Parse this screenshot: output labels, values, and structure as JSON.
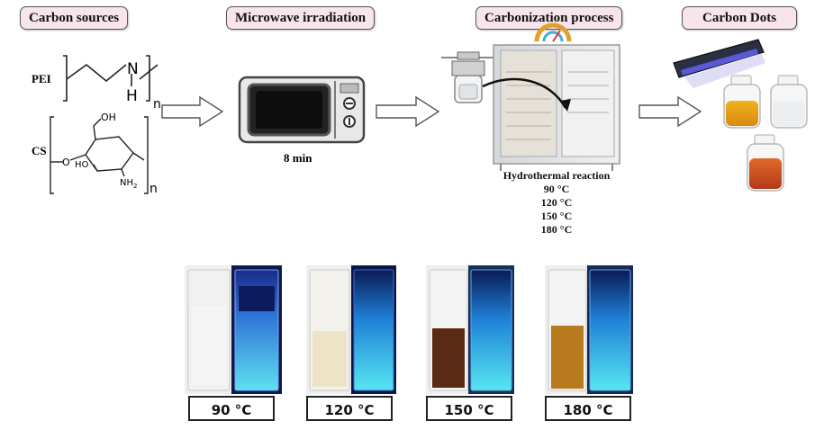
{
  "stages": [
    {
      "label": "Carbon sources"
    },
    {
      "label": "Microwave irradiation"
    },
    {
      "label": "Carbonization process"
    },
    {
      "label": "Carbon Dots"
    }
  ],
  "sources": {
    "pei_label": "PEI",
    "cs_label": "CS",
    "subscript_n": "n",
    "atom_N": "N",
    "atom_H": "H",
    "group_OH": "OH",
    "group_HO": "HO",
    "group_NH2": "NH",
    "sub_2": "2",
    "atom_O": "O"
  },
  "microwave": {
    "time": "8 min"
  },
  "carbonization": {
    "reaction": "Hydrothermal reaction",
    "temperatures": [
      "90 °C",
      "120 °C",
      "150 °C",
      "180 °C"
    ]
  },
  "samples": [
    {
      "label": "90 °C"
    },
    {
      "label": "120 °C"
    },
    {
      "label": "150 °C"
    },
    {
      "label": "180 °C"
    }
  ]
}
